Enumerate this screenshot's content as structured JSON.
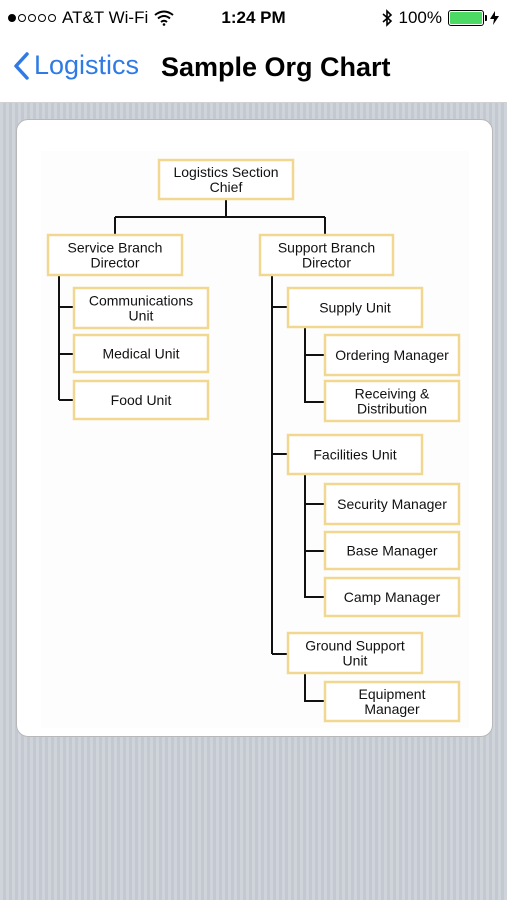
{
  "status_bar": {
    "carrier": "AT&T Wi-Fi",
    "time": "1:24 PM",
    "battery": "100%",
    "battery_level": 1.0
  },
  "nav": {
    "back_label": "Logistics",
    "title": "Sample Org Chart"
  },
  "org_chart": {
    "root": {
      "lines": [
        "Logistics Section",
        "Chief"
      ]
    },
    "service": {
      "lines": [
        "Service Branch",
        "Director"
      ]
    },
    "service_units": [
      {
        "lines": [
          "Communications",
          "Unit"
        ]
      },
      {
        "lines": [
          "Medical Unit"
        ]
      },
      {
        "lines": [
          "Food Unit"
        ]
      }
    ],
    "support": {
      "lines": [
        "Support Branch",
        "Director"
      ]
    },
    "supply": {
      "lines": [
        "Supply Unit"
      ]
    },
    "supply_units": [
      {
        "lines": [
          "Ordering Manager"
        ]
      },
      {
        "lines": [
          "Receiving &",
          "Distribution"
        ]
      }
    ],
    "facilities": {
      "lines": [
        "Facilities Unit"
      ]
    },
    "facilities_units": [
      {
        "lines": [
          "Security Manager"
        ]
      },
      {
        "lines": [
          "Base Manager"
        ]
      },
      {
        "lines": [
          "Camp Manager"
        ]
      }
    ],
    "ground": {
      "lines": [
        "Ground Support",
        "Unit"
      ]
    },
    "ground_units": [
      {
        "lines": [
          "Equipment",
          "Manager"
        ]
      }
    ]
  }
}
